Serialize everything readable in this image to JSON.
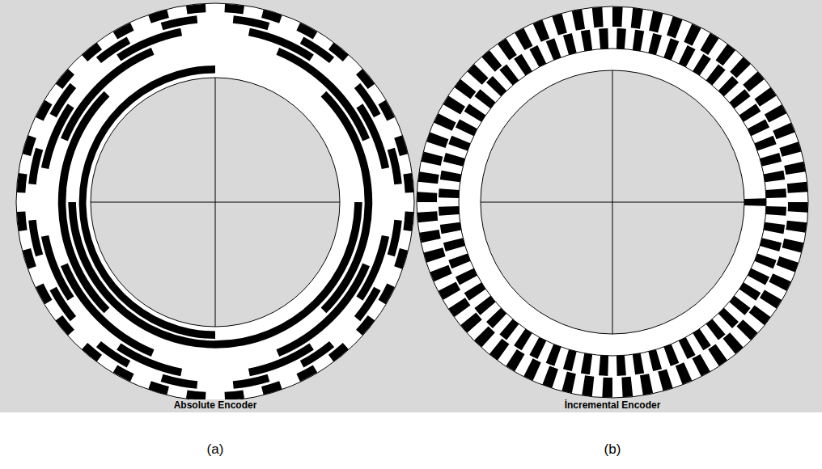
{
  "diagram": {
    "labels": [
      "Absolute Encoder",
      "İncremental Encoder",
      "(a)",
      "(b)"
    ]
  }
}
